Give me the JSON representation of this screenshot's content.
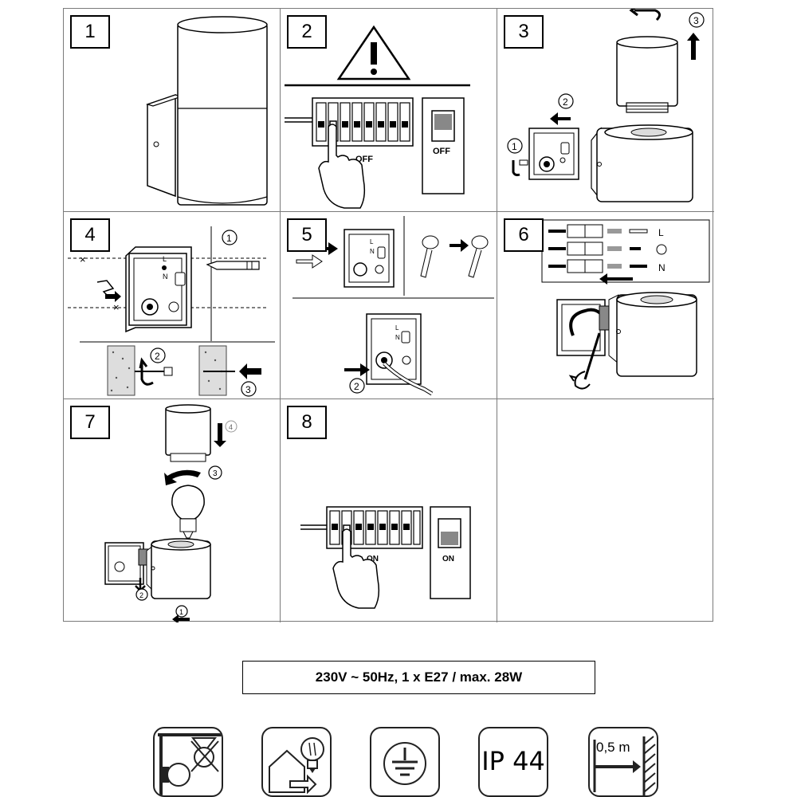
{
  "steps": [
    {
      "number": "1"
    },
    {
      "number": "2",
      "switch_labels": [
        "OFF",
        "OFF"
      ]
    },
    {
      "number": "3",
      "callouts": [
        "1",
        "2",
        "3"
      ]
    },
    {
      "number": "4",
      "callouts": [
        "1",
        "2",
        "3"
      ],
      "box_letters": [
        "L",
        "N"
      ]
    },
    {
      "number": "5",
      "callouts": [
        "2"
      ],
      "box_letters": [
        "L",
        "N"
      ]
    },
    {
      "number": "6",
      "terminal_labels": [
        "L",
        "N"
      ]
    },
    {
      "number": "7",
      "callouts": [
        "4",
        "3",
        "2",
        "1"
      ]
    },
    {
      "number": "8",
      "switch_labels": [
        "ON",
        "ON"
      ]
    }
  ],
  "spec_text": "230V ~ 50Hz, 1 x E27 / max. 28W",
  "symbols": {
    "icons": [
      "ceiling-mount-prohibited-icon",
      "outdoor-use-icon",
      "protective-earth-icon",
      "ip-rating-icon",
      "min-distance-icon"
    ],
    "ip_rating": "IP 44",
    "distance": "0,5 m"
  }
}
